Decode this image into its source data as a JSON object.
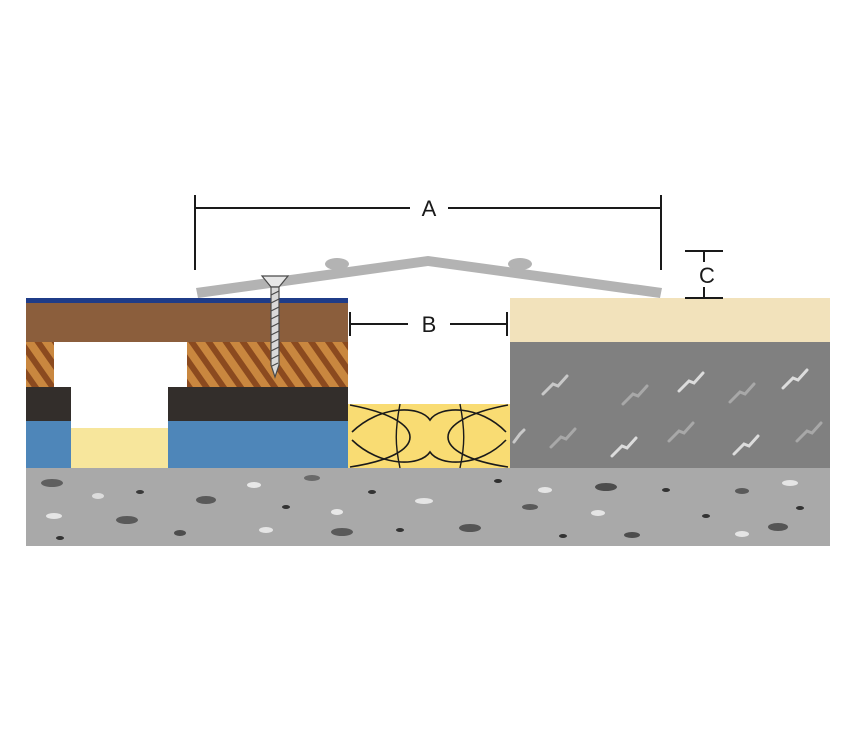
{
  "dimensions": {
    "a_label": "A",
    "b_label": "B",
    "c_label": "C"
  },
  "colors": {
    "profile": "#b3b3b3",
    "dimension_line": "#1a1a1a",
    "blue_strip": "#1f3c88",
    "wood_top": "#8b5e3c",
    "batten_hatch_base": "#c9873f",
    "batten_hatch_line": "#8b4a1f",
    "dark_layer": "#332e2b",
    "blue_layer": "#4e86b9",
    "pale_yellow": "#f7e69c",
    "insulation": "#f9dc73",
    "tile_top": "#f2e2bb",
    "concrete_slab": "#808080",
    "screed_base": "#a9a9a9"
  }
}
